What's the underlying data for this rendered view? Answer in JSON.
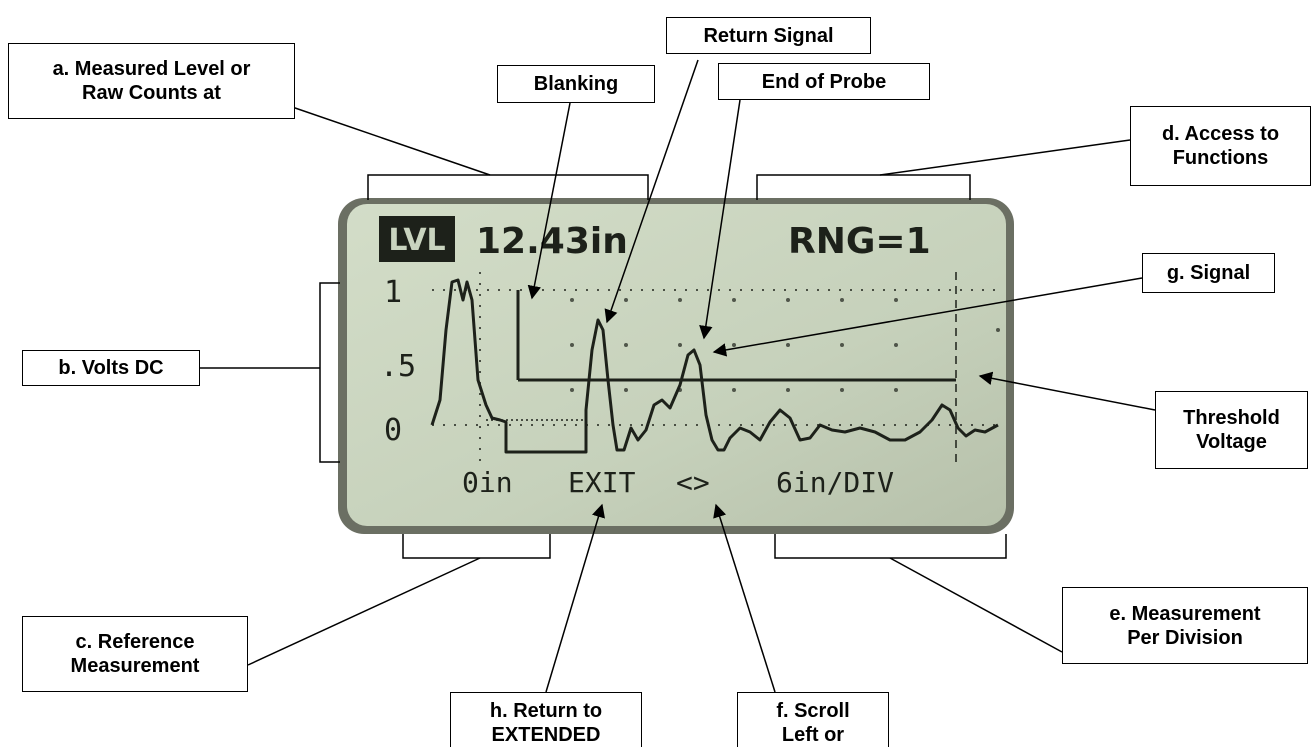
{
  "callouts": {
    "measured_level": "a. Measured Level or\nRaw Counts at",
    "volts_dc": "b. Volts DC",
    "reference_measurement": "c. Reference\nMeasurement",
    "access_functions": "d. Access to\nFunctions",
    "measurement_per_division": "e. Measurement\nPer Division",
    "scroll": "f. Scroll\nLeft or",
    "signal": "g. Signal",
    "return_extended": "h. Return to\nEXTENDED",
    "blanking": "Blanking",
    "return_signal": "Return Signal",
    "end_of_probe": "End of Probe",
    "threshold_voltage": "Threshold\nVoltage"
  },
  "lcd": {
    "mode_badge": "LVL",
    "reading": "12.43in",
    "range": "RNG=1",
    "y_ticks": [
      "1",
      ".5",
      "0"
    ],
    "footer_left": "0in",
    "footer_exit": "EXIT",
    "footer_scroll": "<>",
    "footer_right": "6in/DIV"
  },
  "colors": {
    "lcd_background": "#c9d4bf",
    "lcd_ink": "#1d211a",
    "bezel": "#6b6f63"
  }
}
